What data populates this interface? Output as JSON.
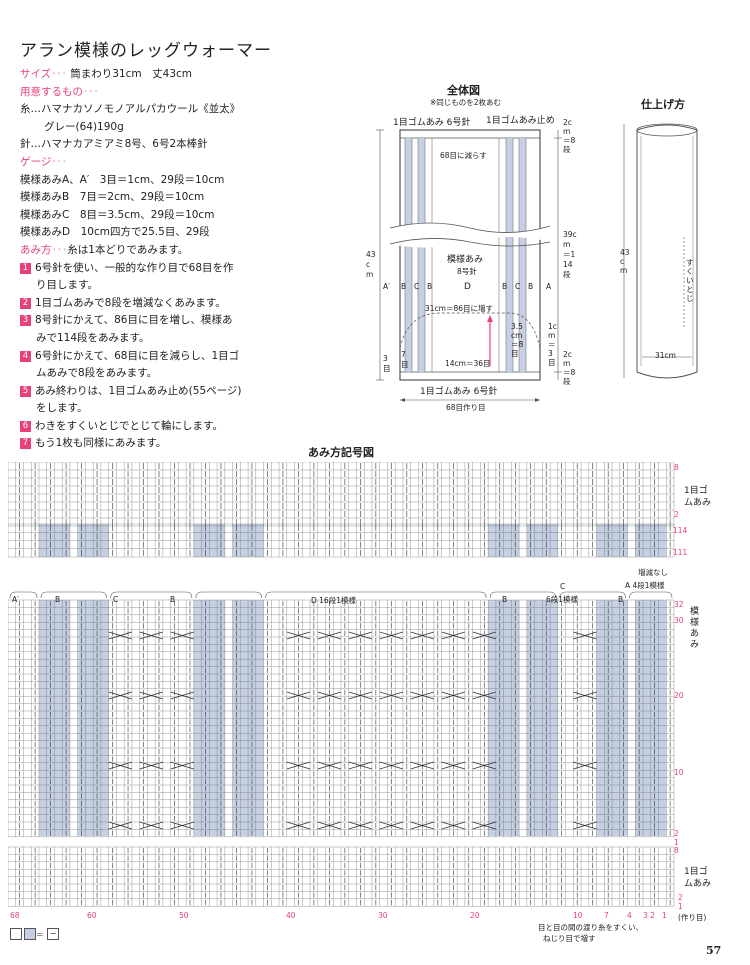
{
  "title": "アラン模様のレッグウォーマー",
  "size": {
    "label": "サイズ",
    "dots": "･･･",
    "text": "筒まわり31cm　丈43cm"
  },
  "materials": {
    "label": "用意するもの",
    "dots": "･･･",
    "yarn1": "糸…ハマナカソノモノアルパカウール《並太》",
    "yarn2": "グレー(64)190g",
    "needles": "針…ハマナカアミアミ8号、6号2本棒針"
  },
  "gauge": {
    "label": "ゲージ",
    "dots": "･･･",
    "lines": [
      "模様あみA、A′　3目＝1cm、29段＝10cm",
      "模様あみB　7目＝2cm、29段＝10cm",
      "模様あみC　8目＝3.5cm、29段＝10cm",
      "模様あみD　10cm四方で25.5目、29段"
    ]
  },
  "method": {
    "label": "あみ方",
    "dots": "･･･",
    "intro": "糸は1本どりであみます。",
    "steps": [
      {
        "num": "1",
        "lines": [
          "6号針を使い、一般的な作り目で68目を作",
          "り目します。"
        ]
      },
      {
        "num": "2",
        "lines": [
          "1目ゴムあみで8段を増減なくあみます。"
        ]
      },
      {
        "num": "3",
        "lines": [
          "8号針にかえて、86目に目を増し、模様あ",
          "みで114段をあみます。"
        ]
      },
      {
        "num": "4",
        "lines": [
          "6号針にかえて、68目に目を減らし、1目ゴ",
          "ムあみで8段をあみます。"
        ]
      },
      {
        "num": "5",
        "lines": [
          "あみ終わりは、1目ゴムあみ止め(55ページ)",
          "をします。"
        ]
      },
      {
        "num": "6",
        "lines": [
          "わきをすくいとじでとじて輪にします。"
        ]
      },
      {
        "num": "7",
        "lines": [
          "もう1枚も同様にあみます。"
        ]
      }
    ]
  },
  "overall_diagram": {
    "heading": "全体図",
    "note": "※同じものを2枚あむ",
    "top_rib": "1目ゴムあみ 6号針",
    "bind_off": "1目ゴムあみ止め",
    "decrease": "68目に減らす",
    "top_rib_h": "2cm＝8段",
    "body": "模様あみ",
    "body_needle": "8号針",
    "body_h": "39cm＝114段",
    "total_h": "43cm",
    "increase": "31cm＝86目に増す",
    "bottom_rib": "1目ゴムあみ 6号針",
    "cast_on": "68目作り目",
    "bottom_rib_h": "2cm＝8段",
    "d_width": "14cm＝36目",
    "side_width": "3目",
    "b_width": "7目",
    "c_width": "3.5cm＝8目",
    "c_width2": "1cm＝3目",
    "panel_letters_left": [
      "A′",
      "B",
      "C",
      "B"
    ],
    "panel_center": "D",
    "panel_letters_right": [
      "B",
      "C",
      "B",
      "A"
    ]
  },
  "finish_diagram": {
    "heading": "仕上げ方",
    "height": "43cm",
    "seam": "すくいとじ",
    "circumference": "31cm"
  },
  "chart": {
    "heading": "あみ方記号図",
    "top_rib_label": "1目ゴムあみ",
    "bottom_rib_label": "1目ゴムあみ",
    "pattern_label": "模様あみ",
    "no_change": "増減なし",
    "a_repeat": "A 4段1模様",
    "c_repeat": "6段1模様",
    "c_label": "C",
    "d_repeat": "D 16段1模様",
    "sections": [
      "A′",
      "B",
      "C",
      "B",
      "B",
      "C",
      "B",
      "A"
    ],
    "right_row_numbers": [
      "8",
      "2",
      "114",
      "111",
      "32",
      "30",
      "20",
      "10",
      "2",
      "1",
      "8",
      "2",
      "1"
    ],
    "bottom_col_numbers": [
      "68",
      "60",
      "50",
      "40",
      "30",
      "20",
      "10",
      "7",
      "4",
      "3",
      "2",
      "1"
    ],
    "bottom_note1": "目と目の間の渡り糸をすくい、",
    "bottom_note2": "ねじり目で増す",
    "rows_label": "(作り目)",
    "legend_equal": "＝",
    "legend_dash": "−"
  },
  "page_number": "57",
  "colors": {
    "accent": "#e8417a",
    "panel_blue": "#c5d0e2",
    "grid": "#6b6b6b"
  }
}
